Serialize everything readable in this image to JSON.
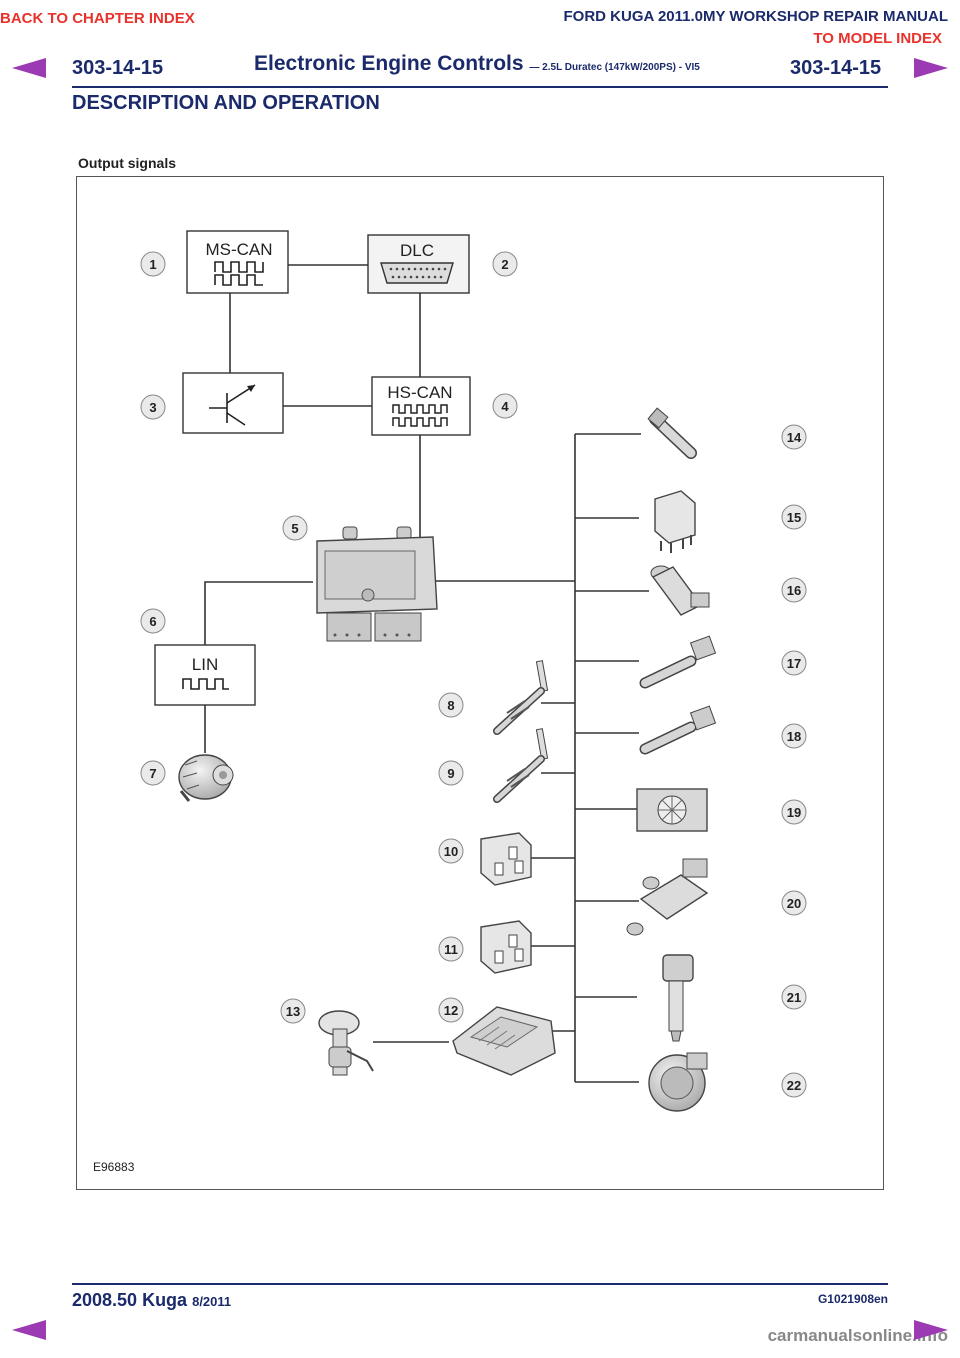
{
  "nav": {
    "back_label": "BACK TO CHAPTER INDEX",
    "model_label": "TO MODEL INDEX",
    "manual_title": "FORD KUGA 2011.0MY WORKSHOP REPAIR MANUAL",
    "watermark": "carmanualsonline.info"
  },
  "header": {
    "section_left": "303-14-15",
    "section_right": "303-14-15",
    "title": "Electronic Engine Controls",
    "subtitle": "— 2.5L Duratec (147kW/200PS) - VI5",
    "doc_title": "DESCRIPTION AND OPERATION"
  },
  "figure": {
    "caption": "Output signals",
    "code": "E96883",
    "labels": {
      "ms_can": "MS-CAN",
      "dlc": "DLC",
      "hs_can": "HS-CAN",
      "lin": "LIN"
    },
    "callouts": [
      "1",
      "2",
      "3",
      "4",
      "5",
      "6",
      "7",
      "8",
      "9",
      "10",
      "11",
      "12",
      "13",
      "14",
      "15",
      "16",
      "17",
      "18",
      "19",
      "20",
      "21",
      "22"
    ]
  },
  "footer": {
    "model": "2008.50 Kuga",
    "date": "8/2011",
    "code": "G1021908en"
  },
  "colors": {
    "nav_red": "#e8322b",
    "navy": "#1b2a6b",
    "arrow_purple": "#9b3ab2"
  }
}
